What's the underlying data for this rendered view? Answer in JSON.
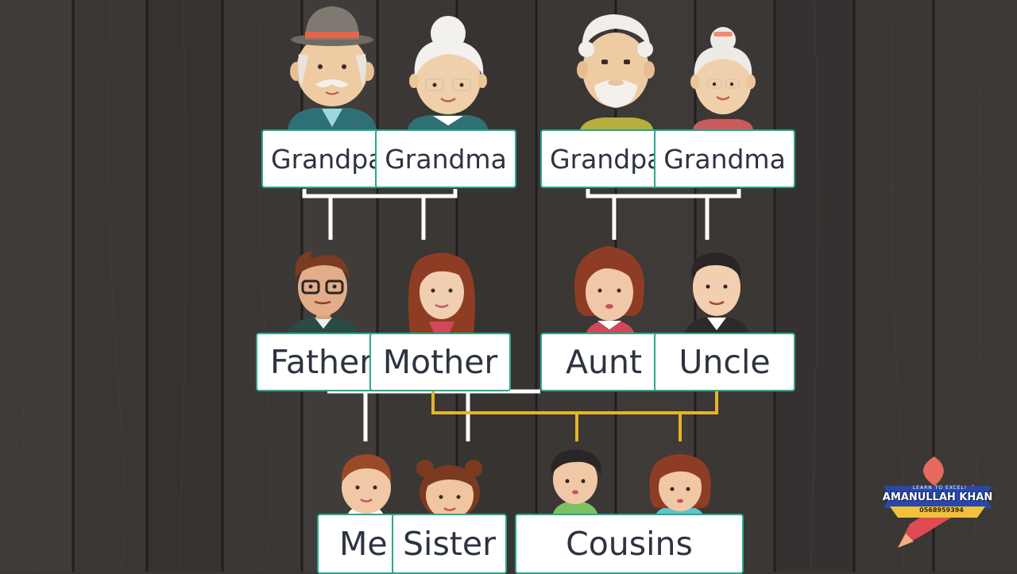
{
  "tree": {
    "generation1": [
      "Grandpa",
      "Grandma",
      "Grandpa",
      "Grandma"
    ],
    "generation2": [
      "Father",
      "Mother",
      "Aunt",
      "Uncle"
    ],
    "generation3": [
      "Me",
      "Sister",
      "Cousins"
    ]
  },
  "watermark": {
    "tagline": "LEARN TO EXCEL!",
    "name": "AMANULLAH KHAN",
    "phone": "0568959394"
  },
  "colors": {
    "board": "#3a3634",
    "plank_line": "#24201f",
    "label_border": "#2aa88a",
    "label_text": "#2d3340",
    "connector_white": "#ffffff",
    "connector_gold": "#e6b32a"
  }
}
